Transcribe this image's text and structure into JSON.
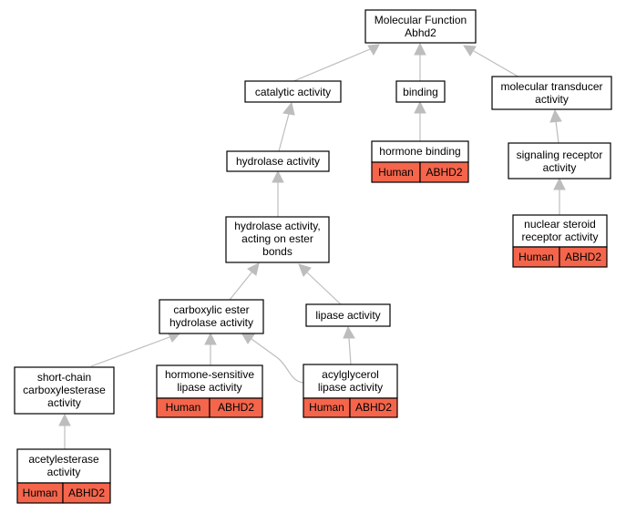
{
  "nodes": {
    "root": {
      "lines": [
        "Molecular Function",
        "Abhd2"
      ]
    },
    "catalytic": {
      "lines": [
        "catalytic activity"
      ]
    },
    "binding": {
      "lines": [
        "binding"
      ]
    },
    "transducer": {
      "lines": [
        "molecular transducer",
        "activity"
      ]
    },
    "hormone_binding": {
      "lines": [
        "hormone binding"
      ]
    },
    "hydrolase": {
      "lines": [
        "hydrolase activity"
      ]
    },
    "signaling_receptor": {
      "lines": [
        "signaling receptor",
        "activity"
      ]
    },
    "ester_bonds": {
      "lines": [
        "hydrolase activity,",
        "acting on ester",
        "bonds"
      ]
    },
    "nuclear_steroid": {
      "lines": [
        "nuclear steroid",
        "receptor activity"
      ]
    },
    "carboxylic_ester": {
      "lines": [
        "carboxylic ester",
        "hydrolase activity"
      ]
    },
    "lipase": {
      "lines": [
        "lipase activity"
      ]
    },
    "short_chain": {
      "lines": [
        "short-chain",
        "carboxylesterase",
        "activity"
      ]
    },
    "hormone_sensitive": {
      "lines": [
        "hormone-sensitive",
        "lipase activity"
      ]
    },
    "acylglycerol": {
      "lines": [
        "acylglycerol",
        "lipase activity"
      ]
    },
    "acetylesterase": {
      "lines": [
        "acetylesterase",
        "activity"
      ]
    }
  },
  "annotation": {
    "species": "Human",
    "gene": "ABHD2"
  },
  "colors": {
    "annotation_fill": "#f4654b",
    "edge": "#bdbdbd"
  }
}
